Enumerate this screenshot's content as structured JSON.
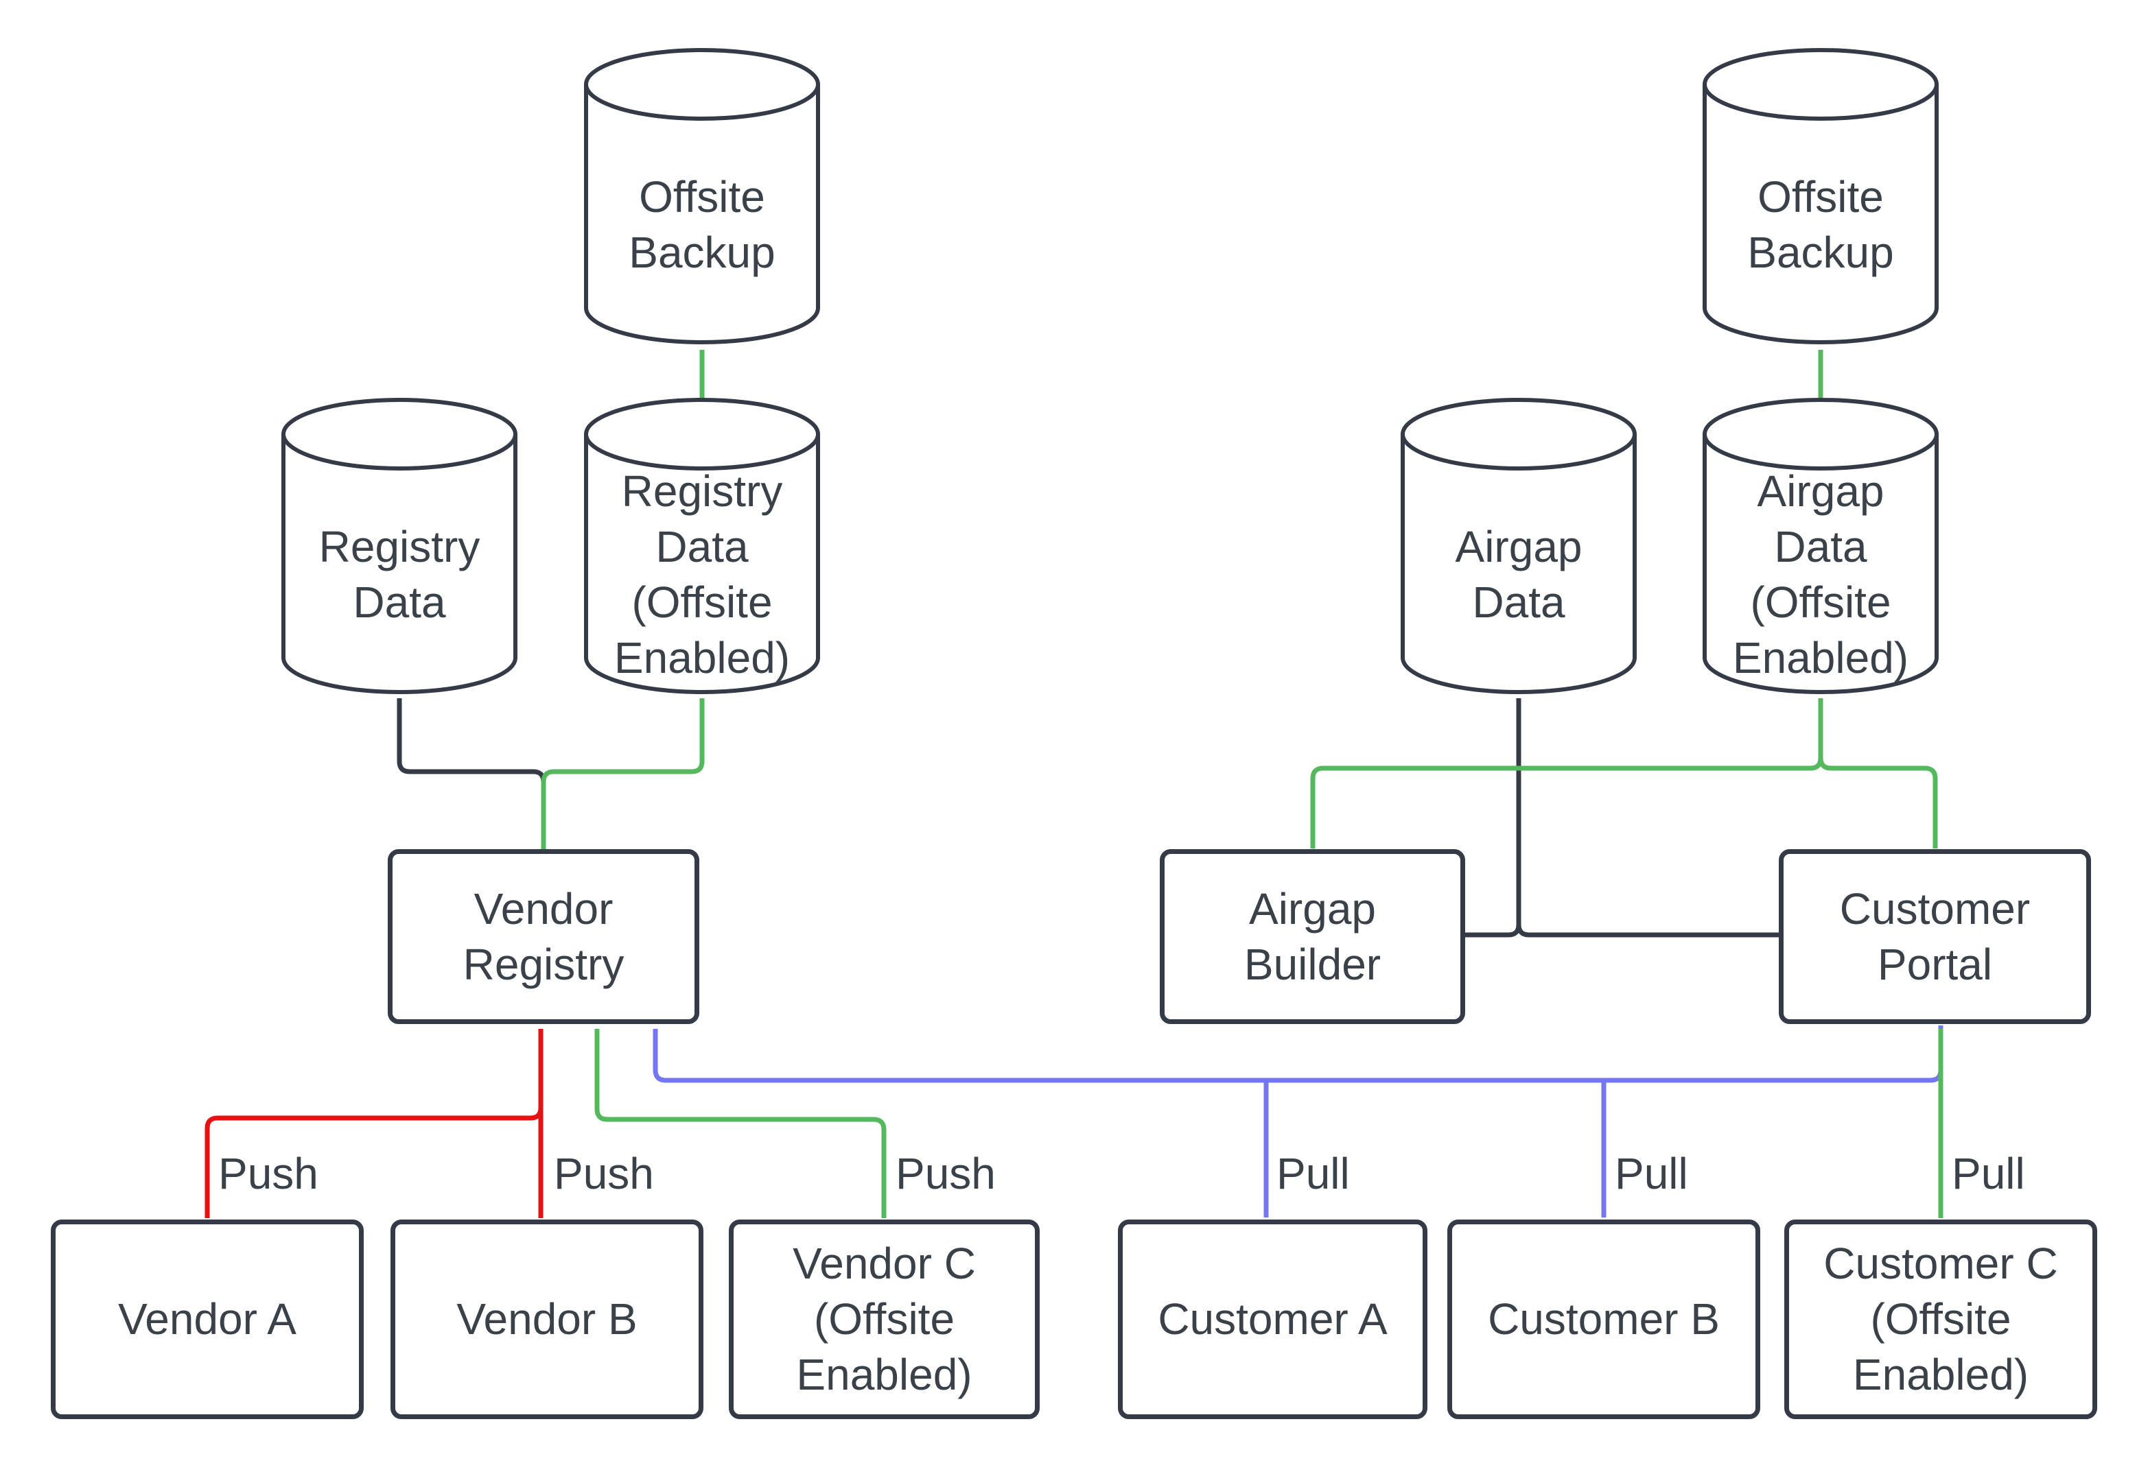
{
  "diagram": {
    "background": "#ffffff",
    "colors": {
      "dark": "#343b46",
      "green": "#54b95c",
      "red": "#e41212",
      "blue": "#7476f2",
      "node_border": "#343b46",
      "node_fill": "#ffffff",
      "text": "#3a4149"
    },
    "nodes": {
      "offsite_backup_left": {
        "label": "Offsite Backup",
        "shape": "cylinder"
      },
      "offsite_backup_right": {
        "label": "Offsite Backup",
        "shape": "cylinder"
      },
      "registry_data": {
        "label": "Registry Data",
        "shape": "cylinder"
      },
      "registry_data_offsite": {
        "label": "Registry Data (Offsite Enabled)",
        "shape": "cylinder"
      },
      "airgap_data": {
        "label": "Airgap Data",
        "shape": "cylinder"
      },
      "airgap_data_offsite": {
        "label": "Airgap Data (Offsite Enabled)",
        "shape": "cylinder"
      },
      "vendor_registry": {
        "label": "Vendor Registry",
        "shape": "rectangle"
      },
      "airgap_builder": {
        "label": "Airgap Builder",
        "shape": "rectangle"
      },
      "customer_portal": {
        "label": "Customer Portal",
        "shape": "rectangle"
      },
      "vendor_a": {
        "label": "Vendor A",
        "shape": "rectangle"
      },
      "vendor_b": {
        "label": "Vendor B",
        "shape": "rectangle"
      },
      "vendor_c": {
        "label": "Vendor C (Offsite Enabled)",
        "shape": "rectangle"
      },
      "customer_a": {
        "label": "Customer A",
        "shape": "rectangle"
      },
      "customer_b": {
        "label": "Customer B",
        "shape": "rectangle"
      },
      "customer_c": {
        "label": "Customer C (Offsite Enabled)",
        "shape": "rectangle"
      }
    },
    "edge_labels": {
      "push_1": "Push",
      "push_2": "Push",
      "push_3": "Push",
      "pull_1": "Pull",
      "pull_2": "Pull",
      "pull_3": "Pull"
    },
    "edges": [
      {
        "from": "vendor_registry",
        "to": "registry_data",
        "color": "dark"
      },
      {
        "from": "vendor_registry",
        "to": "registry_data_offsite",
        "color": "green"
      },
      {
        "from": "registry_data_offsite",
        "to": "offsite_backup_left",
        "color": "green"
      },
      {
        "from": "vendor_a",
        "to": "vendor_registry",
        "label": "Push",
        "color": "red"
      },
      {
        "from": "vendor_b",
        "to": "vendor_registry",
        "label": "Push",
        "color": "red"
      },
      {
        "from": "vendor_c",
        "to": "vendor_registry",
        "label": "Push",
        "color": "green"
      },
      {
        "from": "customer_a",
        "to": "vendor_registry",
        "label": "Pull",
        "color": "blue"
      },
      {
        "from": "customer_b",
        "to": "vendor_registry",
        "label": "Pull",
        "color": "blue"
      },
      {
        "from": "customer_portal",
        "to": "vendor_registry",
        "color": "blue"
      },
      {
        "from": "customer_c",
        "to": "customer_portal",
        "label": "Pull",
        "color": "green"
      },
      {
        "from": "airgap_builder",
        "to": "airgap_data",
        "color": "dark"
      },
      {
        "from": "customer_portal",
        "to": "airgap_data",
        "color": "dark"
      },
      {
        "from": "airgap_builder",
        "to": "airgap_data_offsite",
        "color": "green"
      },
      {
        "from": "customer_portal",
        "to": "airgap_data_offsite",
        "color": "green"
      },
      {
        "from": "airgap_data_offsite",
        "to": "offsite_backup_right",
        "color": "green"
      }
    ]
  }
}
